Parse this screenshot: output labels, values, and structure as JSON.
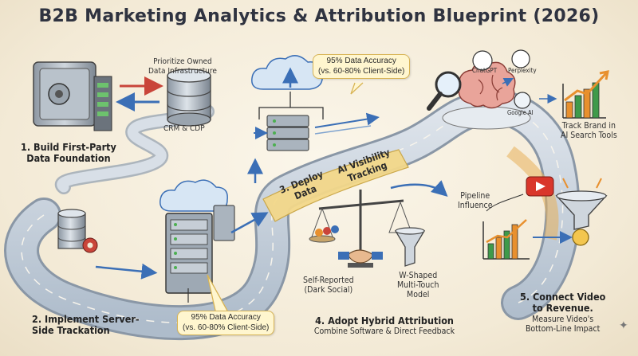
{
  "title": "B2B Marketing Analytics & Attribution Blueprint (2026)",
  "step1": {
    "line1": "1. Build First-Party",
    "line2": "Data Foundation"
  },
  "owned": {
    "line1": "Prioritize Owned",
    "line2": "Data Infrastructure"
  },
  "crm": "CRM & CDP",
  "accuracy_top": {
    "line1": "95% Data Accuracy",
    "line2": "(vs. 60-80% Client-Side)"
  },
  "accuracy_bottom": {
    "line1": "95% Data Accuracy",
    "line2": "(vs. 60-80% Client-Side)"
  },
  "road_step3": {
    "line1": "3. Deploy",
    "line2": "Data"
  },
  "road_ai": {
    "line1": "AI Visibility",
    "line2": "Tracking"
  },
  "ai_tools": {
    "chatgpt": "ChatGPT",
    "perplexity": "Perplexity",
    "google": "Google AI"
  },
  "track_brand": {
    "line1": "Track Brand in",
    "line2": "AI Search Tools"
  },
  "pipeline": {
    "line1": "Pipeline",
    "line2": "Influence"
  },
  "step2": {
    "line1": "2. Implement Server-",
    "line2": "Side Trackation"
  },
  "step4": {
    "title": "4. Adopt Hybrid Attribution",
    "subtitle": "Combine Software & Direct Feedback"
  },
  "self_reported": {
    "line1": "Self-Reported",
    "line2": "(Dark Social)"
  },
  "w_shaped": {
    "line1": "W-Shaped",
    "line2": "Multi-Touch",
    "line3": "Model"
  },
  "step5": {
    "line1": "5. Connect Video",
    "line2": "to Revenue.",
    "line3": "Measure Video's",
    "line4": "Bottom-Line Impact"
  },
  "icons": [
    "safe-icon",
    "database-icon",
    "cloud-icon",
    "server-icon",
    "gear-icon",
    "brain-icon",
    "magnifier-icon",
    "bar-chart-icon",
    "funnel-icon",
    "dollar-icon",
    "video-play-icon",
    "scale-icon",
    "handshake-icon",
    "people-icon",
    "arrow-icon"
  ],
  "colors": {
    "background": "#f3ead6",
    "road": "#c9d3de",
    "road_band": "#f3d88a",
    "arrow_blue": "#3b6fb6",
    "arrow_red": "#c9453a",
    "bubble": "#fff6cf",
    "chart_orange": "#e8902e",
    "chart_green": "#3f9a4a"
  }
}
